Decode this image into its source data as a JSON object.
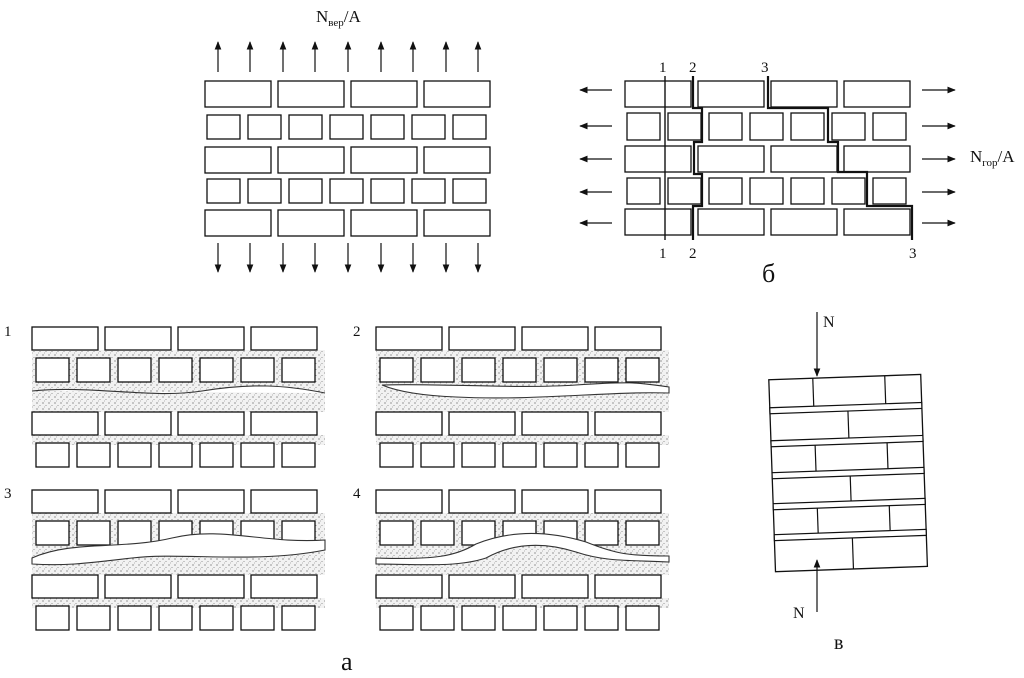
{
  "labels": {
    "top_force": "N",
    "top_force_sub": "вер",
    "top_force_tail": "/A",
    "right_force": "N",
    "right_force_sub": "гор",
    "right_force_tail": "/A",
    "section_a": "а",
    "section_b": "б",
    "section_v": "в",
    "load_top": "N",
    "load_bottom": "N"
  },
  "crack_markers": {
    "top": [
      "1",
      "2",
      "3"
    ],
    "bottom": [
      "1",
      "2",
      "3"
    ]
  },
  "failure_variants": [
    "1",
    "2",
    "3",
    "4"
  ]
}
